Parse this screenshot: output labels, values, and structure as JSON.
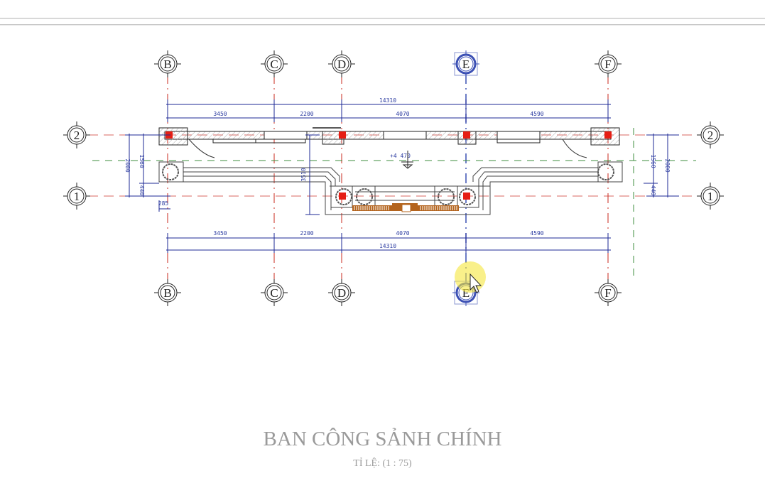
{
  "drawing": {
    "title": "BAN CÔNG SẢNH CHÍNH",
    "scale_label": "TỈ LỆ: (1 : 75)",
    "elevation_label": "+4 470",
    "grid_columns": [
      "B",
      "C",
      "D",
      "E",
      "F"
    ],
    "grid_rows": [
      "2",
      "1"
    ],
    "selected_grid": "E",
    "dimensions": {
      "top_total": "14310",
      "top_segments": [
        "3450",
        "2200",
        "4070",
        "4590"
      ],
      "bottom_segments": [
        "3450",
        "2200",
        "4070",
        "4590"
      ],
      "bottom_total": "14310",
      "left_outer": "2000",
      "left_upper": "1560",
      "left_lower": "440",
      "left_offset": "285",
      "right_upper": "1560",
      "right_lower": "440",
      "right_outer": "2000",
      "center_vertical": "3510"
    },
    "colors": {
      "grid_red": "#c8281e",
      "dimension_blue": "#1e2896",
      "selected_blue": "#3c50b4",
      "column_red": "#e61e14",
      "railing_brown": "#b4641e",
      "guide_green": "#3c8c3c",
      "title_gray": "#9a9a9a"
    }
  }
}
